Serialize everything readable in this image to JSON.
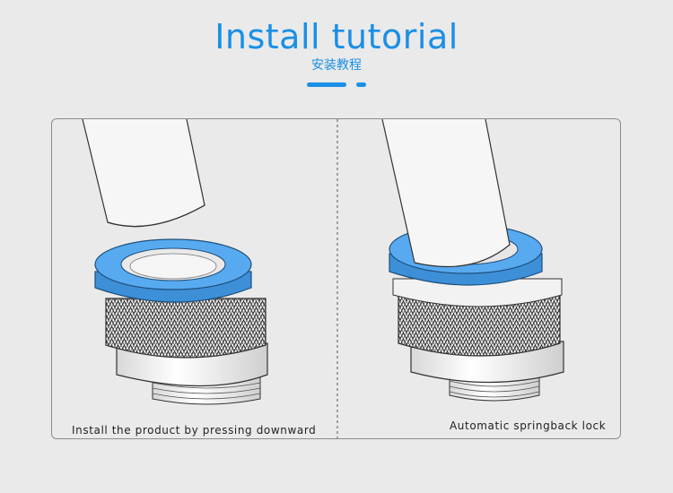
{
  "header": {
    "title": "Install tutorial",
    "subtitle": "安装教程"
  },
  "steps": [
    {
      "caption": "Install the product by pressing downward"
    },
    {
      "caption": "Automatic springback lock"
    }
  ],
  "colors": {
    "accent": "#1a8fe6",
    "ring_blue": "#4aa3e8",
    "background": "#eaeaea"
  }
}
